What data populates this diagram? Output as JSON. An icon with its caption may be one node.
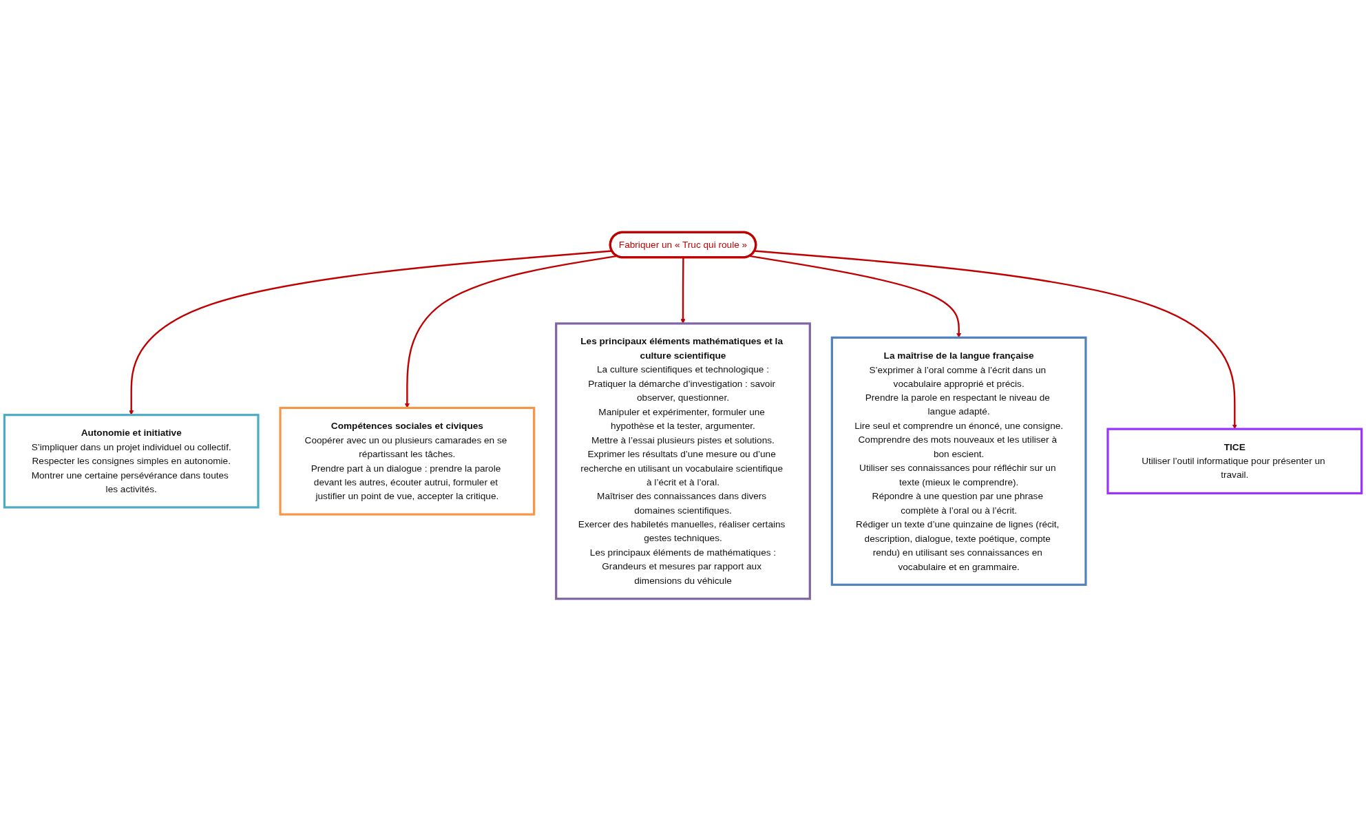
{
  "diagram": {
    "nodes": [
      {
        "text": [
          "Autonomie et initiative",
          "S’impliquer dans un projet individuel ou collectif.",
          "Respecter les consignes simples en autonomie.",
          "Montrer une certaine persévérance dans toutes les activités."
        ]
      },
      {
        "text": [
          "Compétences sociales et civiques",
          "Coopérer avec un ou plusieurs camarades en se répartissant les tâches.",
          "Prendre part à un dialogue : prendre la parole devant les autres, écouter autrui, formuler et justifier un point de vue, accepter la critique."
        ]
      },
      {
        "text": [
          "Les principaux éléments mathématiques et la culture scientifique",
          "La culture scientifiques et technologique :",
          "Pratiquer la démarche d’investigation : savoir observer, questionner.",
          "Manipuler et expérimenter, formuler une hypothèse et la tester, argumenter.",
          "Mettre à l’essai plusieurs pistes et solutions.",
          "Exprimer les résultats d’une mesure ou d’une recherche en utilisant un vocabulaire scientifique à l’écrit et à l’oral.",
          "Maîtriser des connaissances dans divers domaines scientifiques.",
          "Exercer des habiletés manuelles, réaliser certains gestes techniques.",
          "Les principaux éléments de mathématiques :",
          "Grandeurs et mesures par rapport aux dimensions du véhicule"
        ]
      },
      {
        "text": [
          "Fabriquer un « Truc qui roule »"
        ]
      },
      {
        "text": [
          "La maîtrise de la langue française",
          "S’exprimer à l’oral comme à l’écrit dans un vocabulaire approprié et précis.",
          "Prendre la parole en respectant le niveau de langue adapté.",
          "Lire seul et comprendre un énoncé, une consigne.",
          "Comprendre des mots nouveaux et les utiliser à bon escient.",
          "Utiliser ses connaissances pour réfléchir sur un texte (mieux le comprendre).",
          "Répondre à une question par une phrase complète à l’oral ou à l’écrit.",
          "Rédiger un texte d’une quinzaine de lignes (récit, description, dialogue, texte poétique, compte rendu) en utilisant ses connaissances en vocabulaire et en grammaire."
        ]
      },
      {
        "text": [
          "TICE",
          "Utiliser l’outil informatique pour présenter un travail."
        ]
      }
    ],
    "edges": [
      {
        "from": 3,
        "to": 0,
        "arrow": "to"
      },
      {
        "from": 3,
        "to": 1,
        "arrow": "to"
      },
      {
        "from": 3,
        "to": 2,
        "arrow": "to"
      },
      {
        "from": 3,
        "to": 4,
        "arrow": "to"
      },
      {
        "from": 3,
        "to": 5,
        "arrow": "to"
      }
    ]
  }
}
